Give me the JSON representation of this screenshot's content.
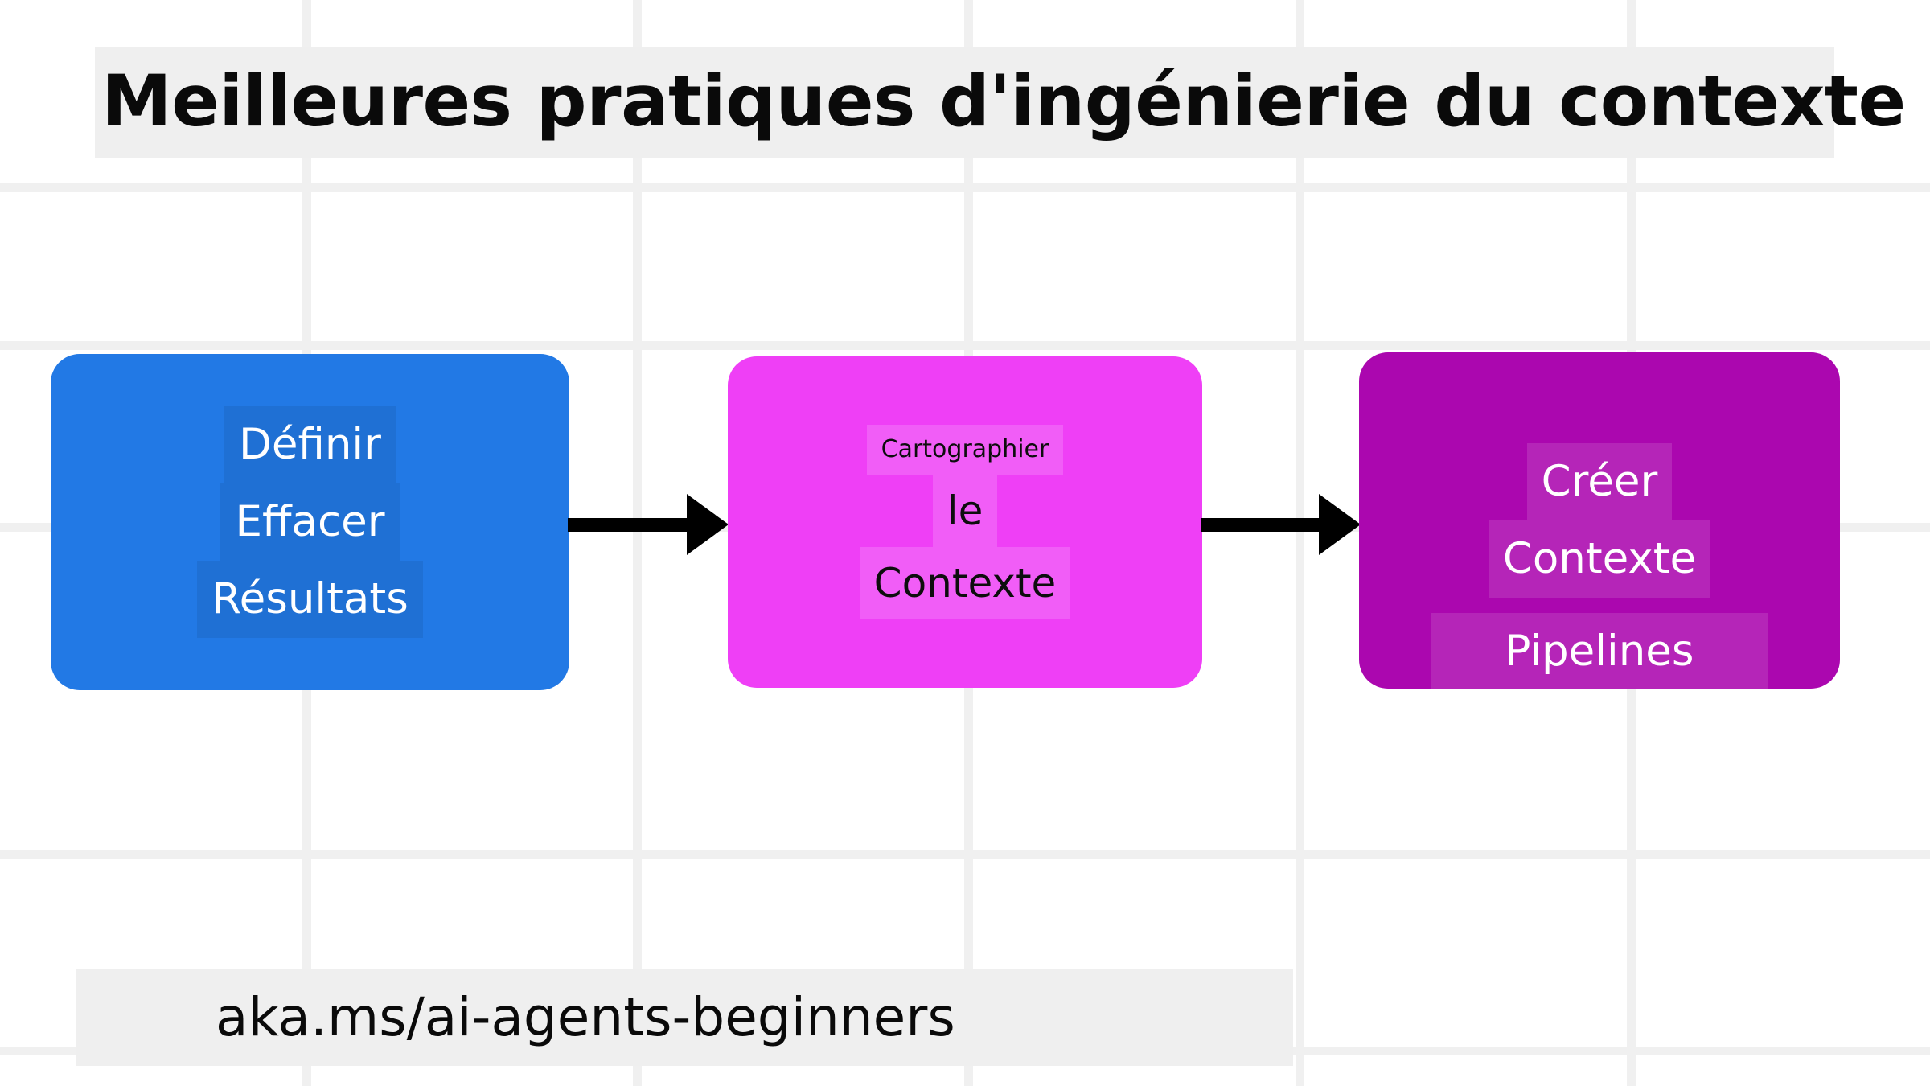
{
  "title": "Meilleures pratiques d'ingénierie du contexte",
  "footer": {
    "url": "aka.ms/ai-agents-beginners"
  },
  "colors": {
    "background": "#ffffff",
    "grid_line": "#f0f0f0",
    "band": "#efefef",
    "text_dark": "#0a0a0a",
    "arrow": "#000000",
    "node_define": "#2279e5",
    "node_map": "#ef3ff6",
    "node_build": "#ab07af"
  },
  "grid": {
    "vertical_x": [
      376,
      787,
      1199,
      1611,
      2023
    ],
    "horizontal_y": [
      228,
      424,
      650,
      1057,
      1301
    ]
  },
  "flow": {
    "nodes": [
      {
        "id": "define",
        "name": "node-define",
        "color": "#2279e5",
        "text_color": "#ffffff",
        "lines": [
          "Définir",
          "Effacer",
          "Résultats"
        ]
      },
      {
        "id": "map",
        "name": "node-map",
        "color": "#ef3ff6",
        "text_color": "#0d0d0d",
        "lines": [
          "Cartographier",
          "le",
          "Contexte"
        ]
      },
      {
        "id": "build",
        "name": "node-build",
        "color": "#ab07af",
        "text_color": "#ffffff",
        "lines": [
          "Créer",
          "Contexte",
          "Pipelines"
        ]
      }
    ],
    "arrows": [
      {
        "id": "arrow-1",
        "from": "define",
        "to": "map",
        "icon": "arrow-right-icon"
      },
      {
        "id": "arrow-2",
        "from": "map",
        "to": "build",
        "icon": "arrow-right-icon"
      }
    ]
  }
}
